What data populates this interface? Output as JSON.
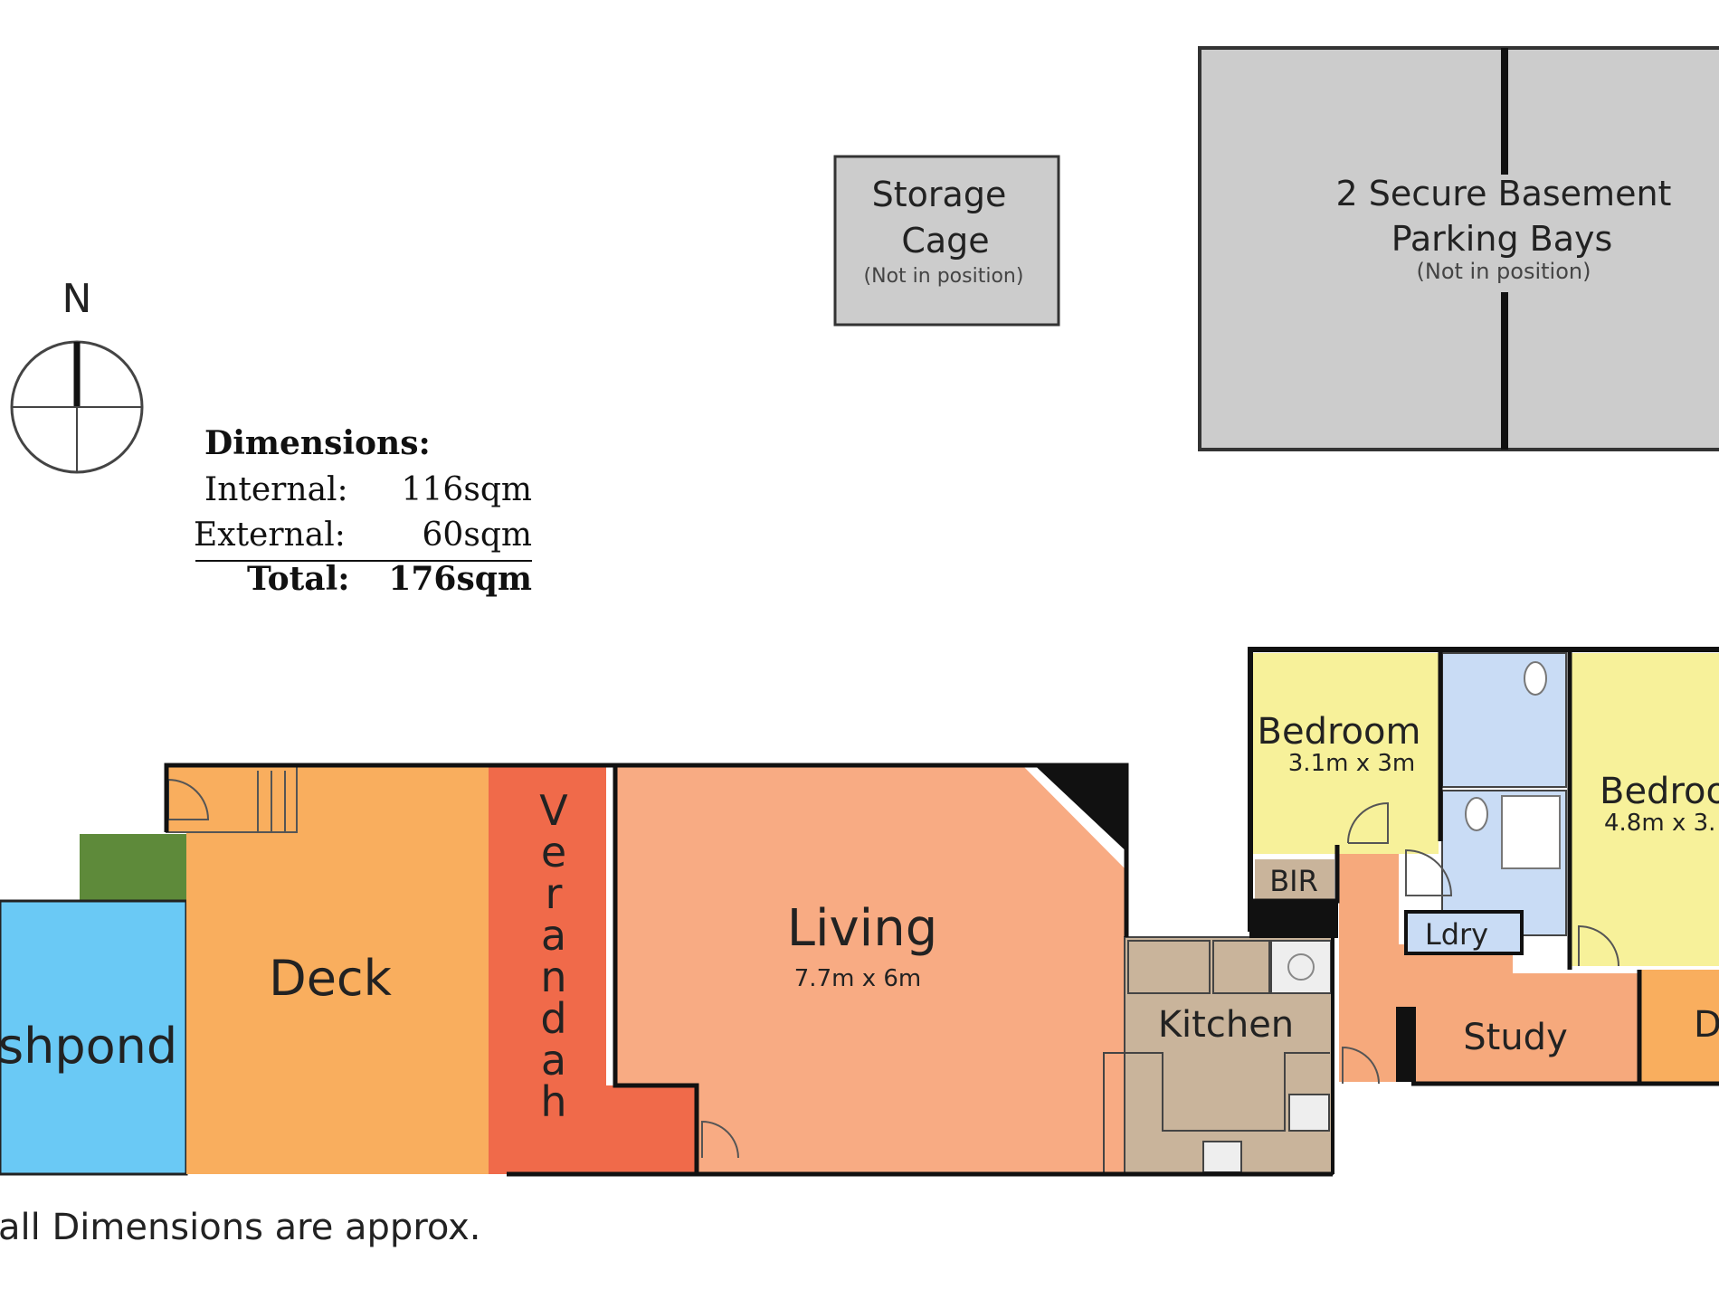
{
  "compass": {
    "north_label": "N"
  },
  "dimensions": {
    "heading": "Dimensions:",
    "internal_label": "Internal:",
    "internal_value": "116sqm",
    "external_label": "External:",
    "external_value": "60sqm",
    "total_label": "Total:",
    "total_value": "176sqm"
  },
  "storage": {
    "line1": "Storage",
    "line2": "Cage",
    "note": "(Not in position)"
  },
  "parking": {
    "line1": "2 Secure Basement",
    "line2": "Parking Bays",
    "note": "(Not in position)"
  },
  "rooms": {
    "fishpond": "shpond",
    "deck": "Deck",
    "verandah": [
      "V",
      "e",
      "r",
      "a",
      "n",
      "d",
      "a",
      "h"
    ],
    "living_name": "Living",
    "living_size": "7.7m x 6m",
    "kitchen": "Kitchen",
    "bedroom1_name": "Bedroom",
    "bedroom1_size": "3.1m x 3m",
    "bir": "BIR",
    "laundry": "Ldry",
    "study": "Study",
    "bedroom2_name": "Bedroo",
    "bedroom2_size": "4.8m x 3.",
    "dining_partial": "D"
  },
  "footer": {
    "note": "all Dimensions are approx."
  },
  "colors": {
    "deck": "#f9ae5e",
    "fishpond": "#6ac9f5",
    "garden": "#5e8a3a",
    "verandah": "#f06a4a",
    "living": "#f8ab83",
    "kitchen": "#c9b49b",
    "bedroom": "#f7f19a",
    "bathroom": "#c9dcf5",
    "study": "#f6a97c",
    "dining": "#f9ae5e",
    "storage": "#cccccc",
    "wall": "#111111"
  }
}
